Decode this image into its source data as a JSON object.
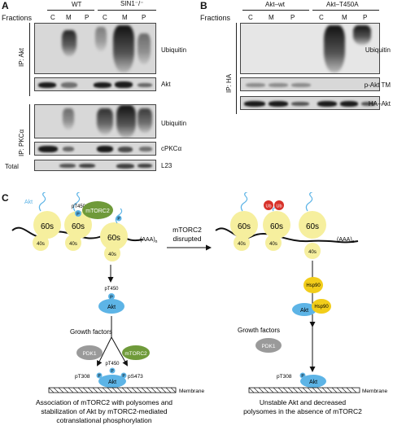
{
  "panel_a": {
    "letter": "A",
    "fractions_label": "Fractions",
    "groups": [
      "WT",
      "SIN1⁻/⁻"
    ],
    "lanes": [
      "C",
      "M",
      "P",
      "C",
      "M",
      "P"
    ],
    "ip_akt": "IP: Akt",
    "ip_pkc": "IP: PKCα",
    "total": "Total",
    "blot_labels": [
      "Ubiquitin",
      "Akt",
      "Ubiquitin",
      "cPKCα",
      "L23"
    ]
  },
  "panel_b": {
    "letter": "B",
    "fractions_label": "Fractions",
    "groups": [
      "Akt–wt",
      "Akt–T450A"
    ],
    "lanes": [
      "C",
      "M",
      "P",
      "C",
      "M",
      "P"
    ],
    "ip_ha": "IP: HA",
    "blot_labels": [
      "Ubiquitin",
      "p-Akt TM",
      "HA–Akt"
    ]
  },
  "panel_c": {
    "letter": "C",
    "ribosome_60s": "60s",
    "ribosome_40s": "40s",
    "polya": "(AAA)",
    "polya_sub": "n",
    "akt": "Akt",
    "mtorc2": "mTORC2",
    "pt450": "pT450",
    "p": "P",
    "ub": "Ub",
    "hsp90": "Hsp90",
    "pdk1": "PDK1",
    "growth_factors": "Growth factors",
    "pt308": "pT308",
    "ps473": "pS473",
    "membrane": "Membrane",
    "transition_line1": "mTORC2",
    "transition_line2": "disrupted",
    "caption_left": [
      "Association of mTORC2 with polysomes and",
      "stabilization of Akt by mTORC2-mediated",
      "cotranslational phosphorylation"
    ],
    "caption_right": [
      "Unstable Akt and decreased",
      "polysomes in the absence of mTORC2"
    ]
  },
  "colors": {
    "ribosome": "#f6ef9e",
    "akt": "#5db4e6",
    "mtorc2": "#6f9a3a",
    "pdk1": "#9a9a9a",
    "hsp90": "#f2cd1a",
    "ub": "#d8322a",
    "blot_bg": "#d8d8d8"
  }
}
